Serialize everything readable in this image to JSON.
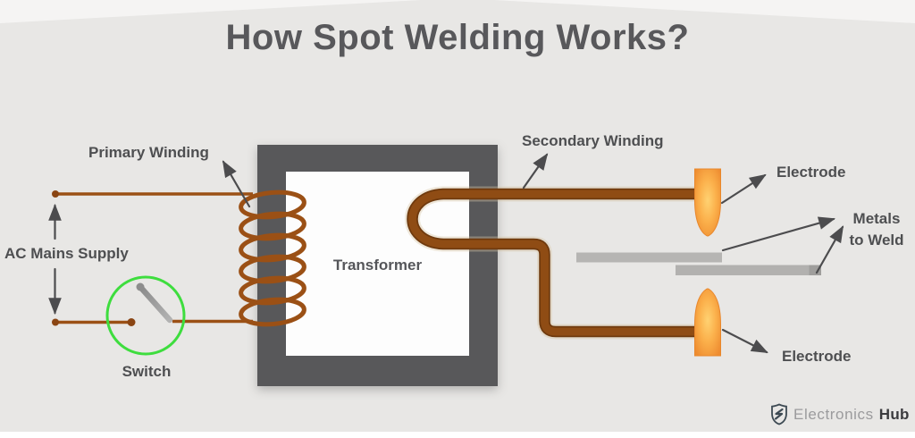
{
  "title": "How Spot Welding Works?",
  "diagram": {
    "labels": {
      "primary_winding": "Primary Winding",
      "ac_mains_supply": "AC Mains Supply",
      "switch": "Switch",
      "transformer": "Transformer",
      "secondary_winding": "Secondary Winding",
      "electrode_top": "Electrode",
      "electrode_bottom": "Electrode",
      "metals_line1": "Metals",
      "metals_line2": "to Weld"
    },
    "colors": {
      "background": "#e8e7e5",
      "title_text": "#58585b",
      "label_text": "#4e4f51",
      "transformer_core": "#58585a",
      "transformer_window": "#fdfdfd",
      "wire": "#9b5015",
      "thick_wire": "#8f4c14",
      "thick_wire_edge": "#6f3a0e",
      "electrode_light": "#ffd272",
      "electrode_dark": "#ee8c30",
      "metal_sheet": "#b5b4b3",
      "metal_sheet_end": "#9f9e9c",
      "switch_ring": "#3edd3e",
      "switch_lever": "#9a9a9a",
      "arrow": "#4c4c4e"
    }
  },
  "footer": {
    "brand_first": "Electronics",
    "brand_second": "Hub"
  }
}
